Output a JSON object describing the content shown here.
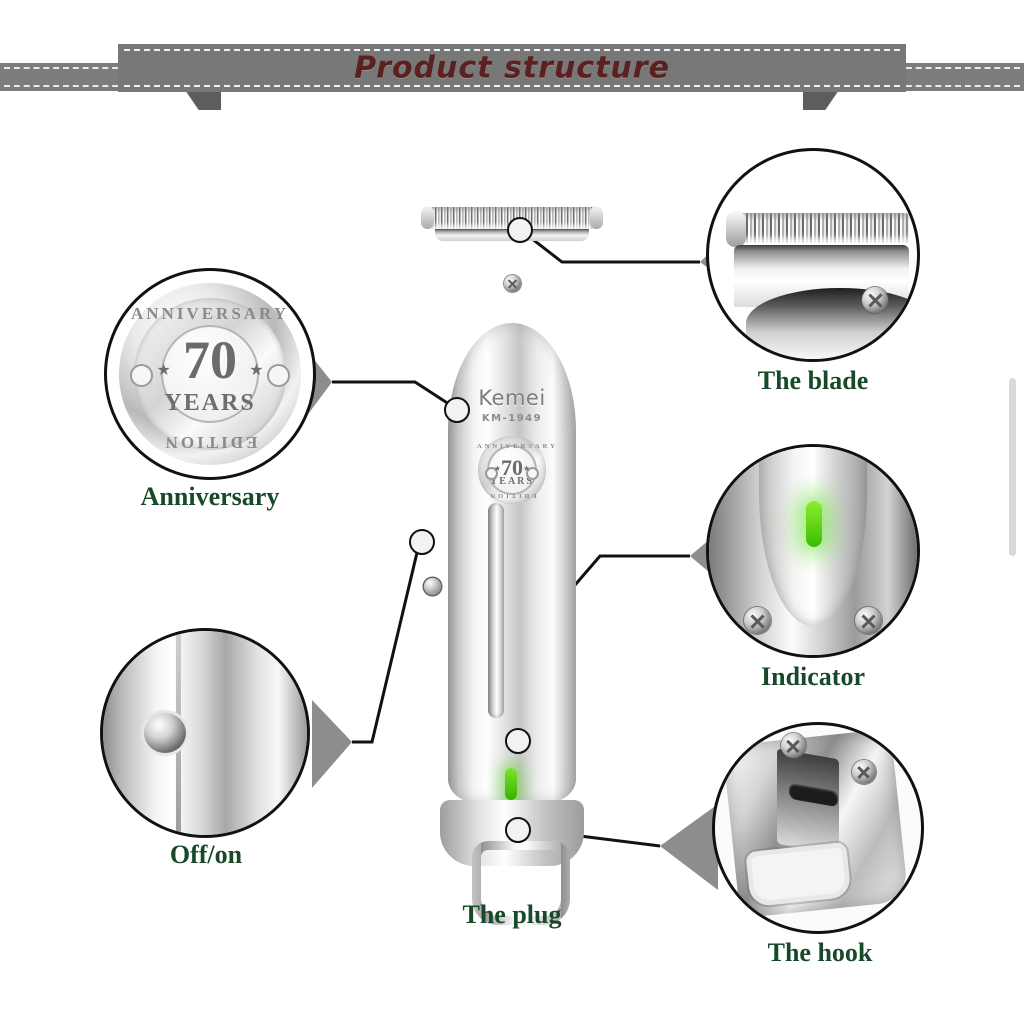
{
  "header": {
    "title": "Product structure"
  },
  "product": {
    "brand": "Kemei",
    "model": "KM-1949",
    "badge": {
      "top_arc": "ANNIVERSARY",
      "number": "70",
      "years": "YEARS",
      "bottom_arc": "EDITION",
      "star_left": "★",
      "star_right": "★"
    }
  },
  "callouts": [
    {
      "id": "blade",
      "label": "The blade",
      "icon": "blade-icon"
    },
    {
      "id": "indicator",
      "label": "Indicator",
      "icon": "led-indicator-icon"
    },
    {
      "id": "hook",
      "label": "The hook",
      "icon": "hook-bracket-icon"
    },
    {
      "id": "anniversary",
      "label": "Anniversary",
      "icon": "anniversary-badge-icon"
    },
    {
      "id": "offon",
      "label": "Off/on",
      "icon": "power-button-icon"
    },
    {
      "id": "plug",
      "label": "The plug",
      "icon": "plug-icon"
    }
  ],
  "colors": {
    "label_green": "#184a2a",
    "title_maroon": "#5c2020",
    "ribbon_gray": "#787878",
    "led_green": "#5cd21a",
    "outline": "#111111"
  },
  "scrollbar": {
    "visible": "true"
  }
}
